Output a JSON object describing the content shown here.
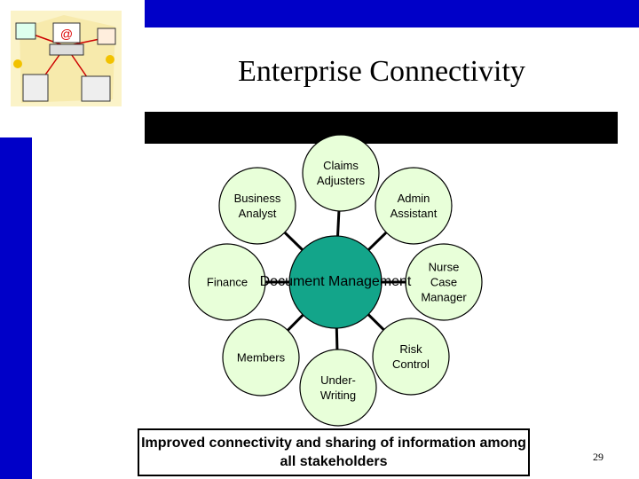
{
  "slide": {
    "title": "Enterprise Connectivity",
    "page_number": "29",
    "caption": "Improved connectivity and sharing of information among all stakeholders"
  },
  "diagram": {
    "center": "Document Management",
    "nodes": [
      {
        "id": "claims-adjusters",
        "label_lines": [
          "Claims",
          "Adjusters"
        ]
      },
      {
        "id": "admin-assistant",
        "label_lines": [
          "Admin",
          "Assistant"
        ]
      },
      {
        "id": "nurse-case-manager",
        "label_lines": [
          "Nurse",
          "Case",
          "Manager"
        ]
      },
      {
        "id": "risk-control",
        "label_lines": [
          "Risk",
          "Control"
        ]
      },
      {
        "id": "under-writing",
        "label_lines": [
          "Under-",
          "Writing"
        ]
      },
      {
        "id": "members",
        "label_lines": [
          "Members"
        ]
      },
      {
        "id": "finance",
        "label_lines": [
          "Finance"
        ]
      },
      {
        "id": "business-analyst",
        "label_lines": [
          "Business",
          "Analyst"
        ]
      }
    ]
  },
  "colors": {
    "bar_blue": "#0000c8",
    "node_fill": "#e8ffd9",
    "center_fill": "#13a58a"
  }
}
